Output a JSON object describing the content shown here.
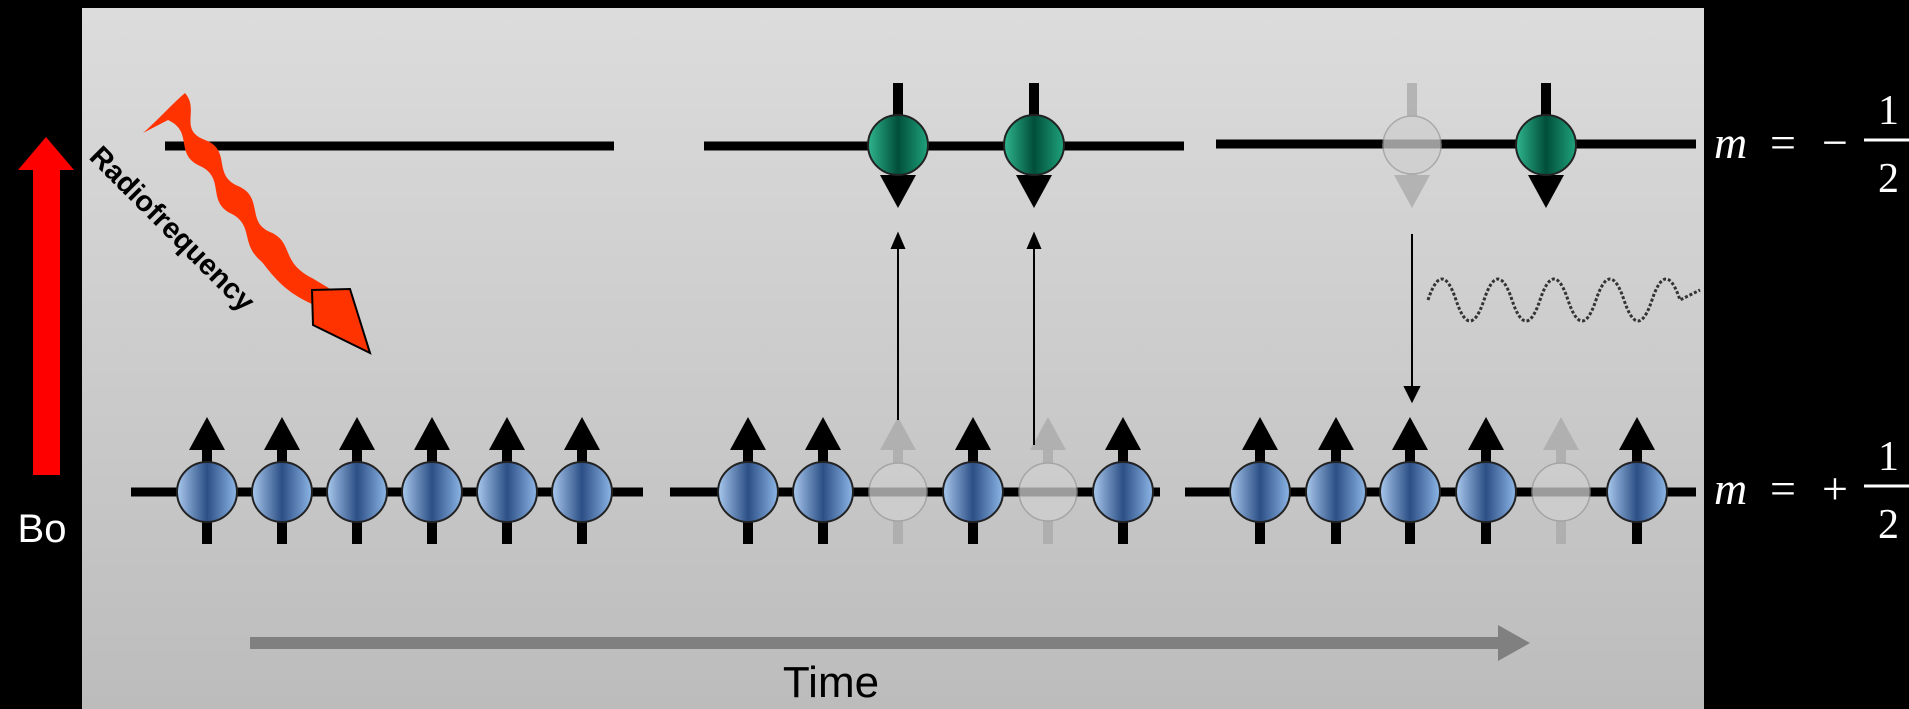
{
  "labels": {
    "rf": "Radiofrequency",
    "field": "Bo",
    "time": "Time"
  },
  "levels": {
    "upper": {
      "m": "m",
      "eq": "=",
      "sign": "−",
      "num": "1",
      "den": "2"
    },
    "lower": {
      "m": "m",
      "eq": "=",
      "sign": "+",
      "num": "1",
      "den": "2"
    }
  },
  "colors": {
    "background_top": "#d9d9d9",
    "background_bottom": "#bdbdbd",
    "field_arrow": "#ff0000",
    "rf_wave": "#ff3300",
    "spin_lower": "#6f9fd8",
    "spin_upper": "#0a8a68",
    "time_arrow": "#808080"
  },
  "panels": [
    {
      "name": "before",
      "lower_spins": 6,
      "upper_spins": 0
    },
    {
      "name": "absorption",
      "lower_spins": 4,
      "upper_spins": 2,
      "ghost_lower_spins": 2
    },
    {
      "name": "relaxation",
      "lower_spins": 5,
      "upper_spins": 1,
      "ghost_lower_spins": 1,
      "ghost_upper_spins": 1
    }
  ]
}
